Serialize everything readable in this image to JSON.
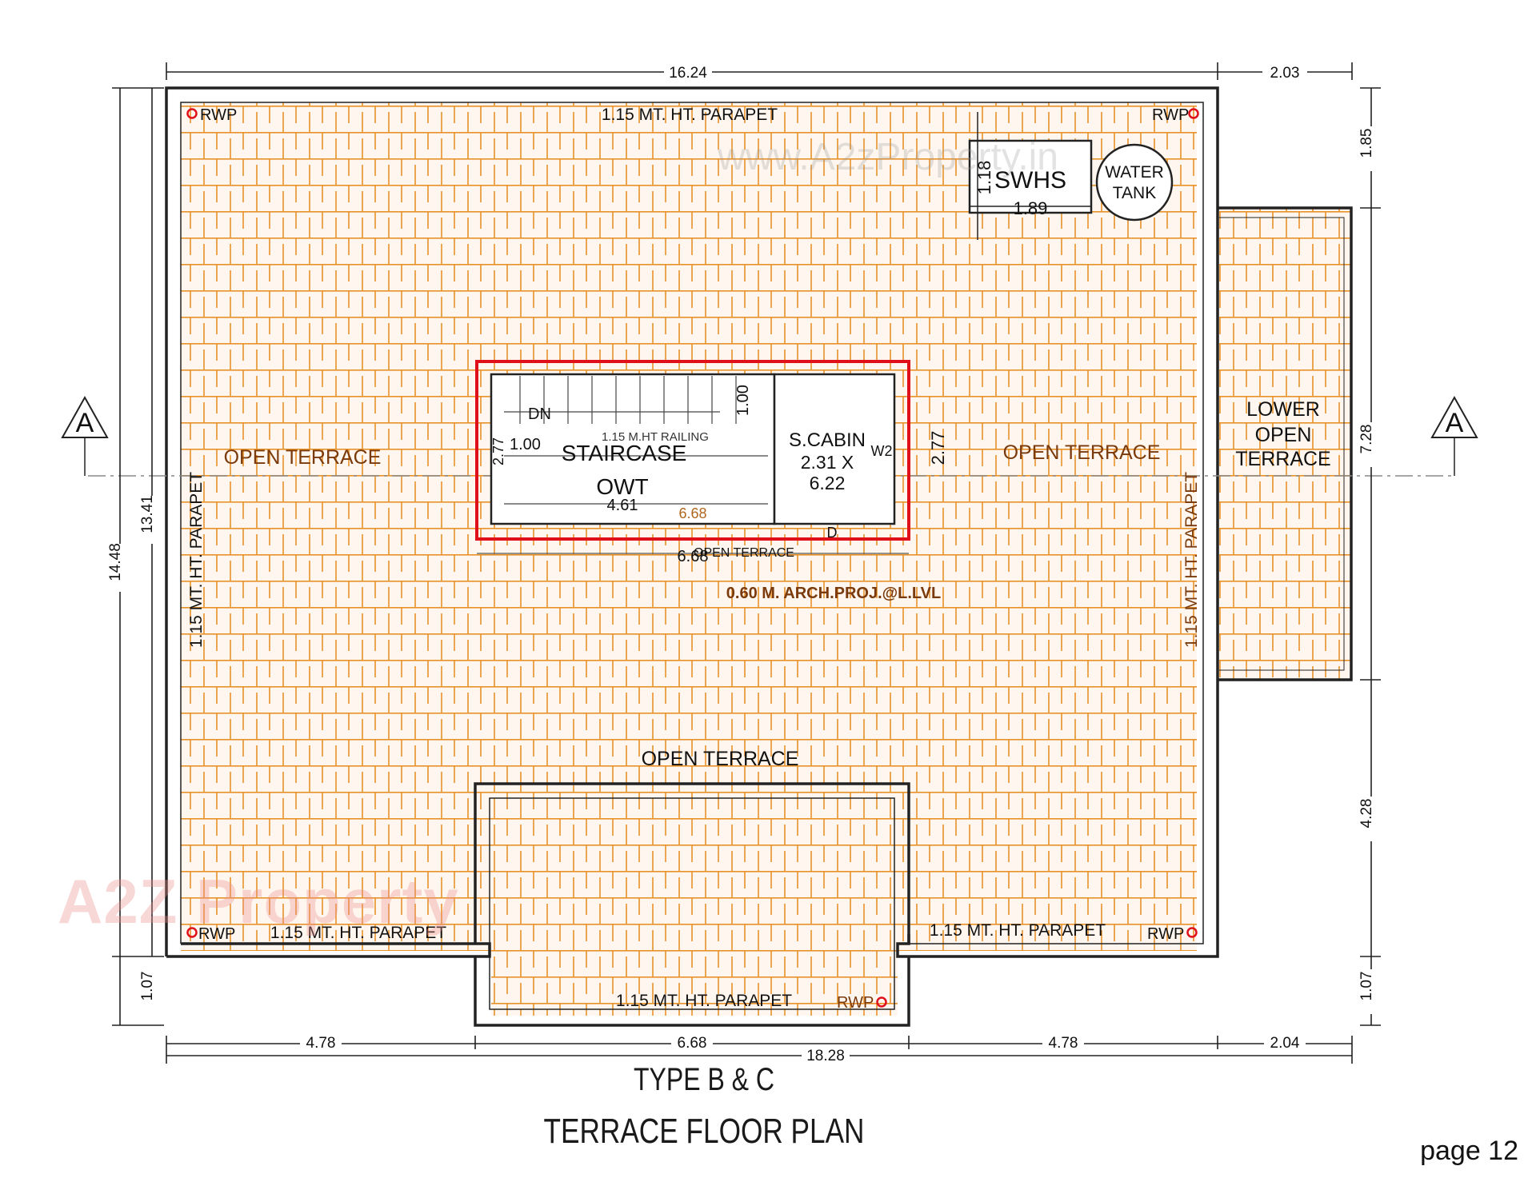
{
  "title_line1": "TYPE B & C",
  "title_line2": "TERRACE FLOOR PLAN",
  "page_label": "page 12",
  "watermark_url": "www.A2zProperty.in",
  "logo_text": "A2Z Property",
  "section_marker": "A",
  "labels": {
    "rwp": "RWP",
    "parapet_top": "1.15 MT. HT. PARAPET",
    "parapet_left": "1.15 MT. HT. PARAPET",
    "parapet_right": "1.15 MT. HT. PARAPET",
    "parapet_bottom_left": "1.15 MT. HT. PARAPET",
    "parapet_bottom_right": "1.15 MT. HT. PARAPET",
    "parapet_projection": "1.15 MT. HT. PARAPET",
    "swhs": "SWHS",
    "swhs_w": "1.89",
    "swhs_h": "1.18",
    "water_tank_1": "WATER",
    "water_tank_2": "TANK",
    "open_terrace_left": "OPEN TERRACE",
    "open_terrace_right": "OPEN TERRACE",
    "open_terrace_bottom": "OPEN TERRACE",
    "open_terrace_small": "OPEN TERRACE",
    "lower_1": "LOWER",
    "lower_2": "OPEN",
    "lower_3": "TERRACE",
    "dn": "DN",
    "railing": "1.15 M.HT RAILING",
    "staircase": "STAIRCASE",
    "owt": "OWT",
    "scabin": "S.CABIN",
    "scabin_dim1": "2.31 X",
    "scabin_dim2": "6.22",
    "w2": "W2",
    "d": "D",
    "arch": "0.60 M. ARCH.PROJ.@L.LVL",
    "d_100a": "1.00",
    "d_100b": "1.00",
    "d_277a": "2.77",
    "d_277b": "2.77",
    "d_461": "4.61",
    "d_668a": "6.68",
    "d_668b": "6.68"
  },
  "dimensions": {
    "top_main": "16.24",
    "top_side": "2.03",
    "left_outer": "14.48",
    "left_inner": "13.41",
    "left_bottom": "1.07",
    "right_top": "1.85",
    "right_mid": "7.28",
    "right_low": "4.28",
    "right_bottom": "1.07",
    "bottom_1": "4.78",
    "bottom_2": "6.68",
    "bottom_3": "4.78",
    "bottom_4": "2.04",
    "bottom_total": "18.28"
  },
  "colors": {
    "tile": "#e8922a",
    "wall": "#222222",
    "highlight": "#e0101a",
    "dim": "#222222",
    "label": "#7a3a0c"
  }
}
